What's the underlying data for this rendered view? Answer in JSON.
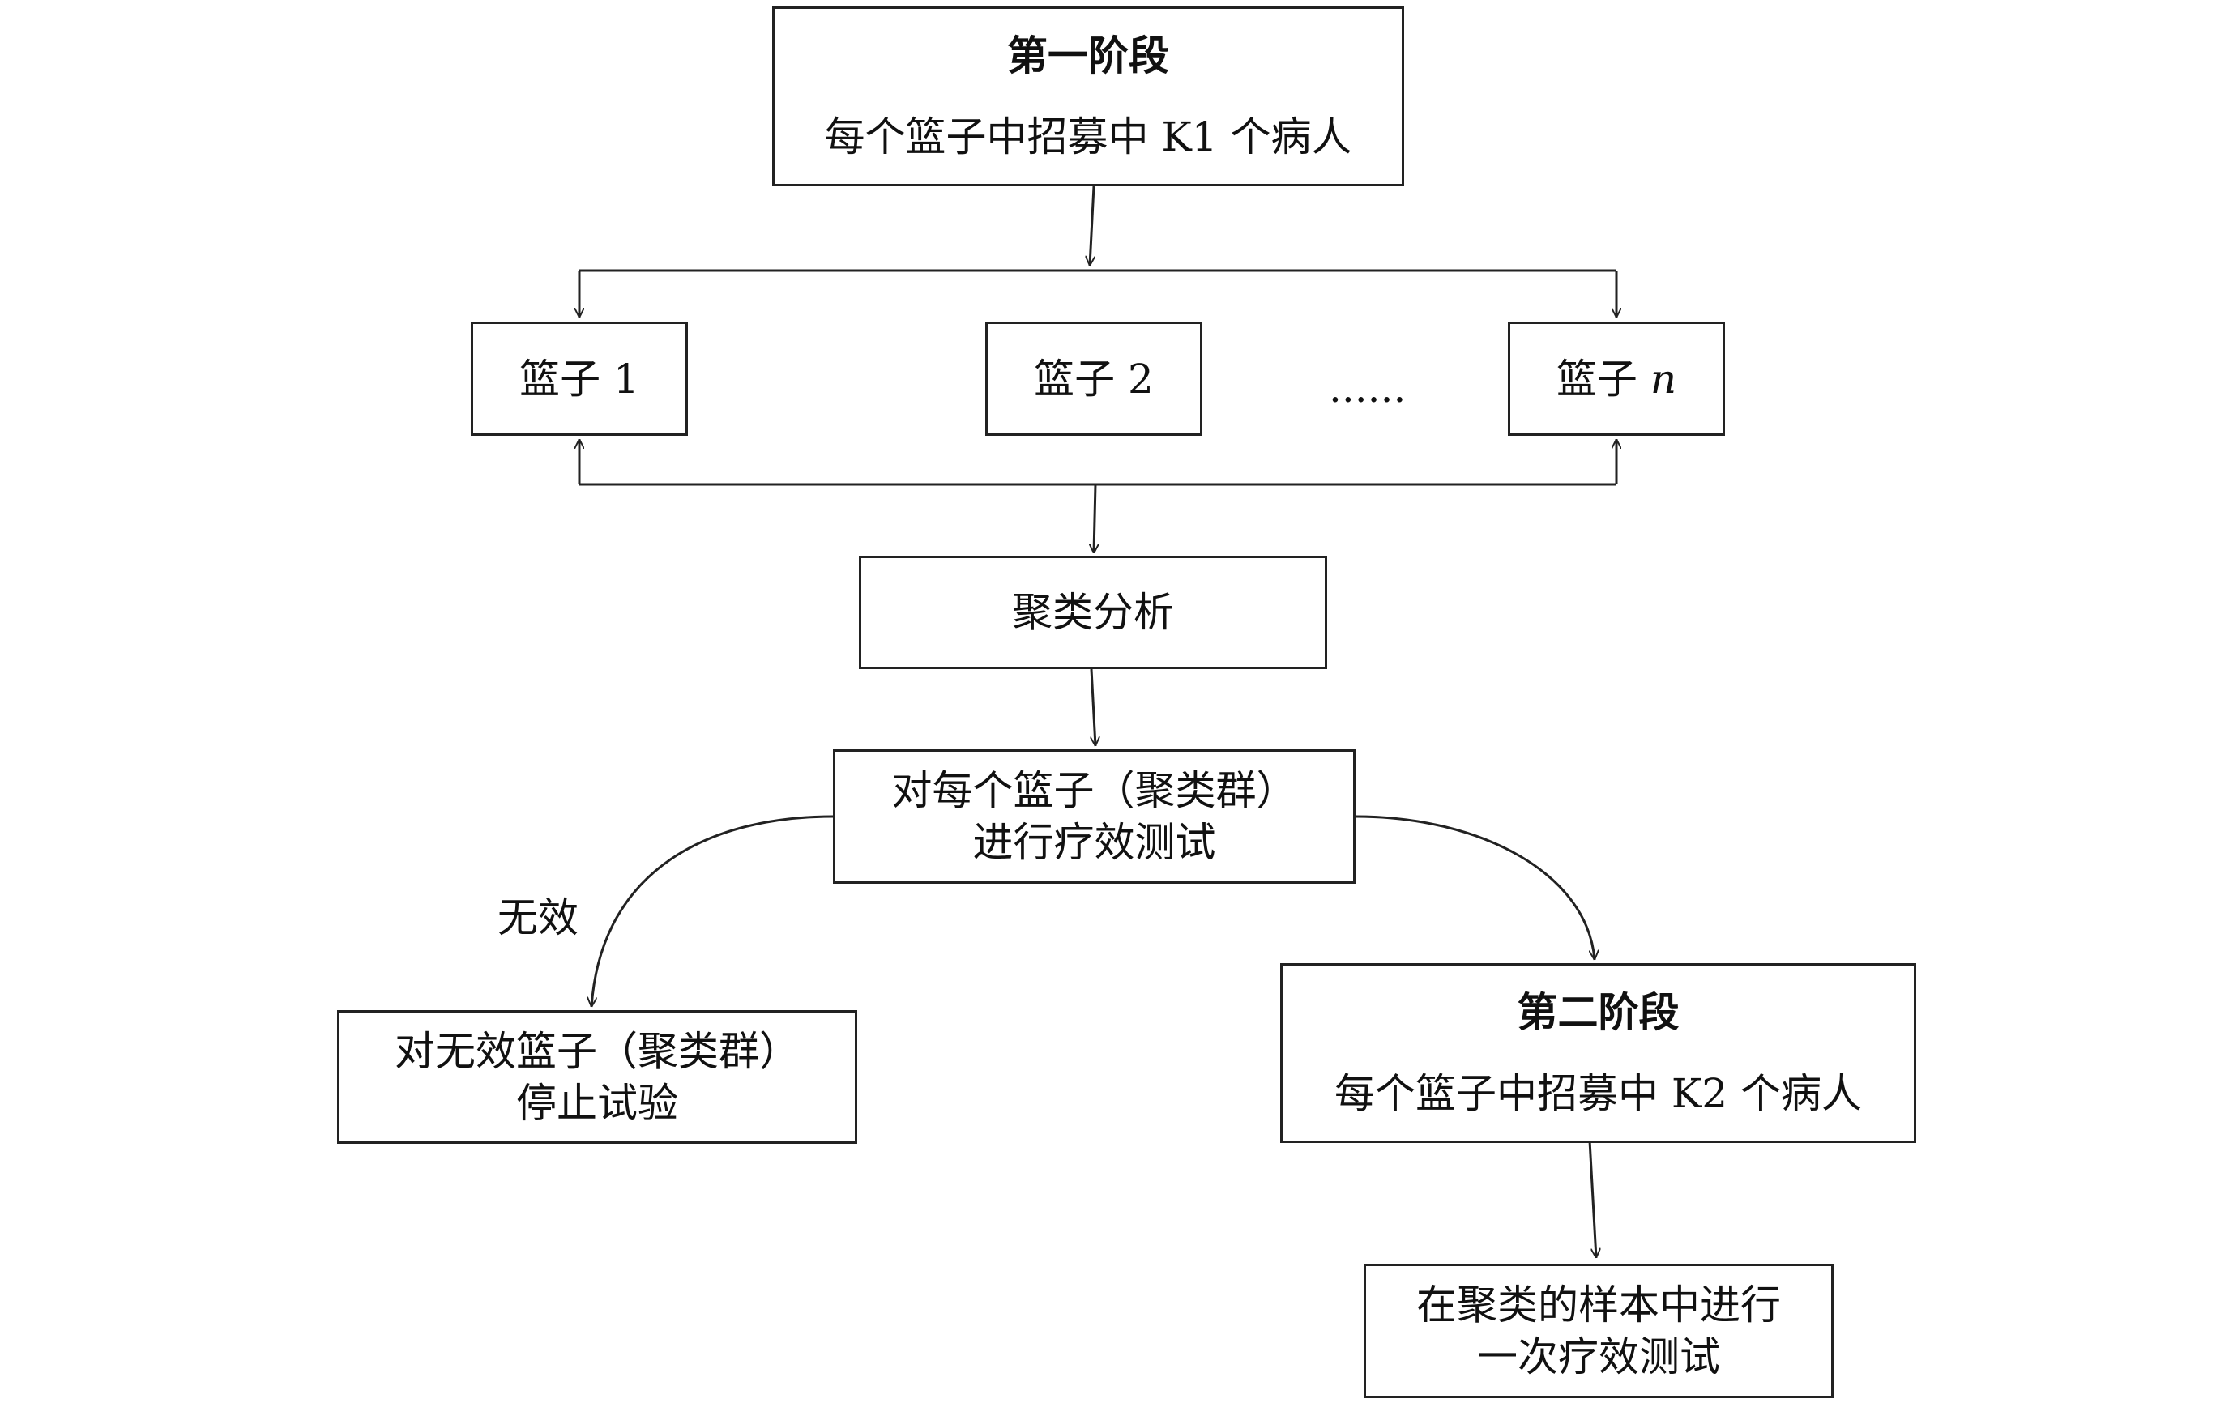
{
  "stage1": {
    "title": "第一阶段",
    "text": "每个篮子中招募中 K1 个病人"
  },
  "baskets": {
    "b1": {
      "prefix": "篮子",
      "num": "1"
    },
    "b2": {
      "prefix": "篮子",
      "num": "2"
    },
    "dots": "......",
    "bn": {
      "prefix": "篮子",
      "num": "n"
    }
  },
  "cluster": {
    "text": "聚类分析"
  },
  "test": {
    "line1": "对每个篮子（聚类群）",
    "line2": "进行疗效测试"
  },
  "invalid_label": "无效",
  "stop": {
    "line1": "对无效篮子（聚类群）",
    "line2": "停止试验"
  },
  "stage2": {
    "title": "第二阶段",
    "text": "每个篮子中招募中 K2 个病人"
  },
  "final": {
    "line1": "在聚类的样本中进行",
    "line2": "一次疗效测试"
  }
}
